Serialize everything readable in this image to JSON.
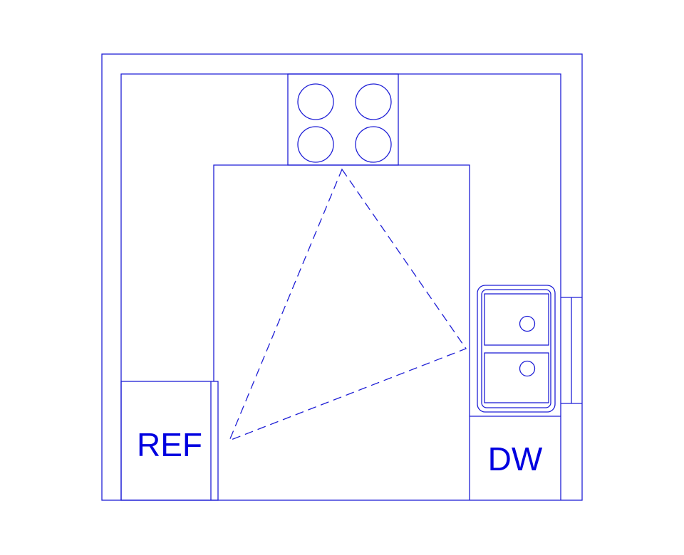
{
  "diagram": {
    "labels": {
      "refrigerator": "REF",
      "dishwasher": "DW"
    },
    "colors": {
      "line": "#1f1fd6",
      "text": "#0000e0",
      "background": "#ffffff"
    },
    "line_styles": {
      "work_triangle": "dashed"
    }
  }
}
